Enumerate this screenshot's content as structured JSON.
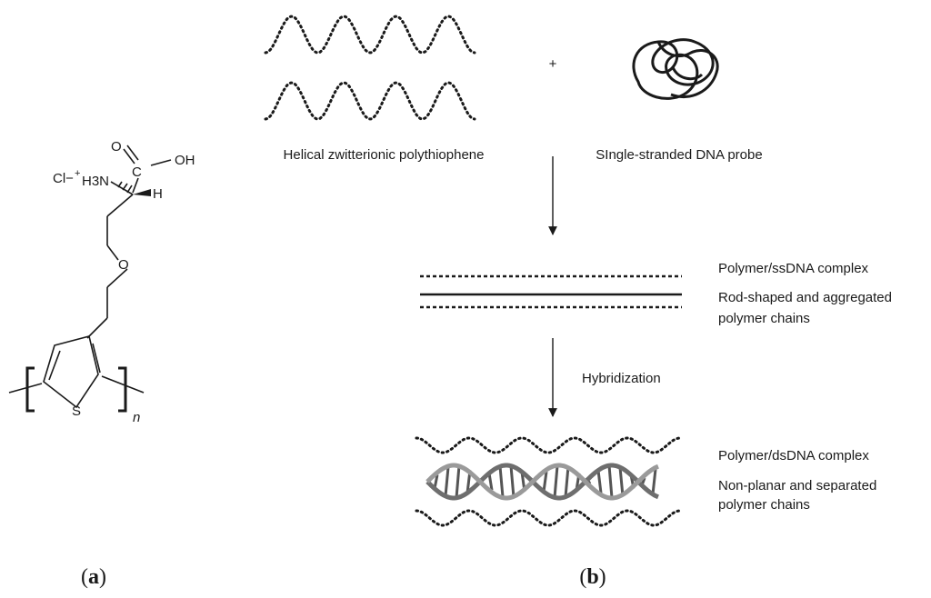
{
  "panel_a": {
    "label_open": "(",
    "label_letter": "a",
    "label_close": ")",
    "atoms": {
      "o_carbonyl": "O",
      "oh": "OH",
      "c_alpha": "C",
      "h": "H",
      "cl_minus": "Cl−",
      "plus": "+",
      "h3n": "H3N",
      "o_ether": "O",
      "s": "S",
      "n": "n"
    }
  },
  "panel_b": {
    "label_open": "(",
    "label_letter": "b",
    "label_close": ")",
    "plus_sign": "+",
    "polymer_label": "Helical zwitterionic polythiophene",
    "ssdna_label": "SIngle-stranded DNA probe",
    "complex1_title": "Polymer/ssDNA complex",
    "complex1_desc_line1": "Rod-shaped and aggregated",
    "complex1_desc_line2": "polymer chains",
    "hybridization_label": "Hybridization",
    "complex2_title": "Polymer/dsDNA complex",
    "complex2_desc_line1": "Non-planar and separated",
    "complex2_desc_line2": "polymer chains"
  }
}
